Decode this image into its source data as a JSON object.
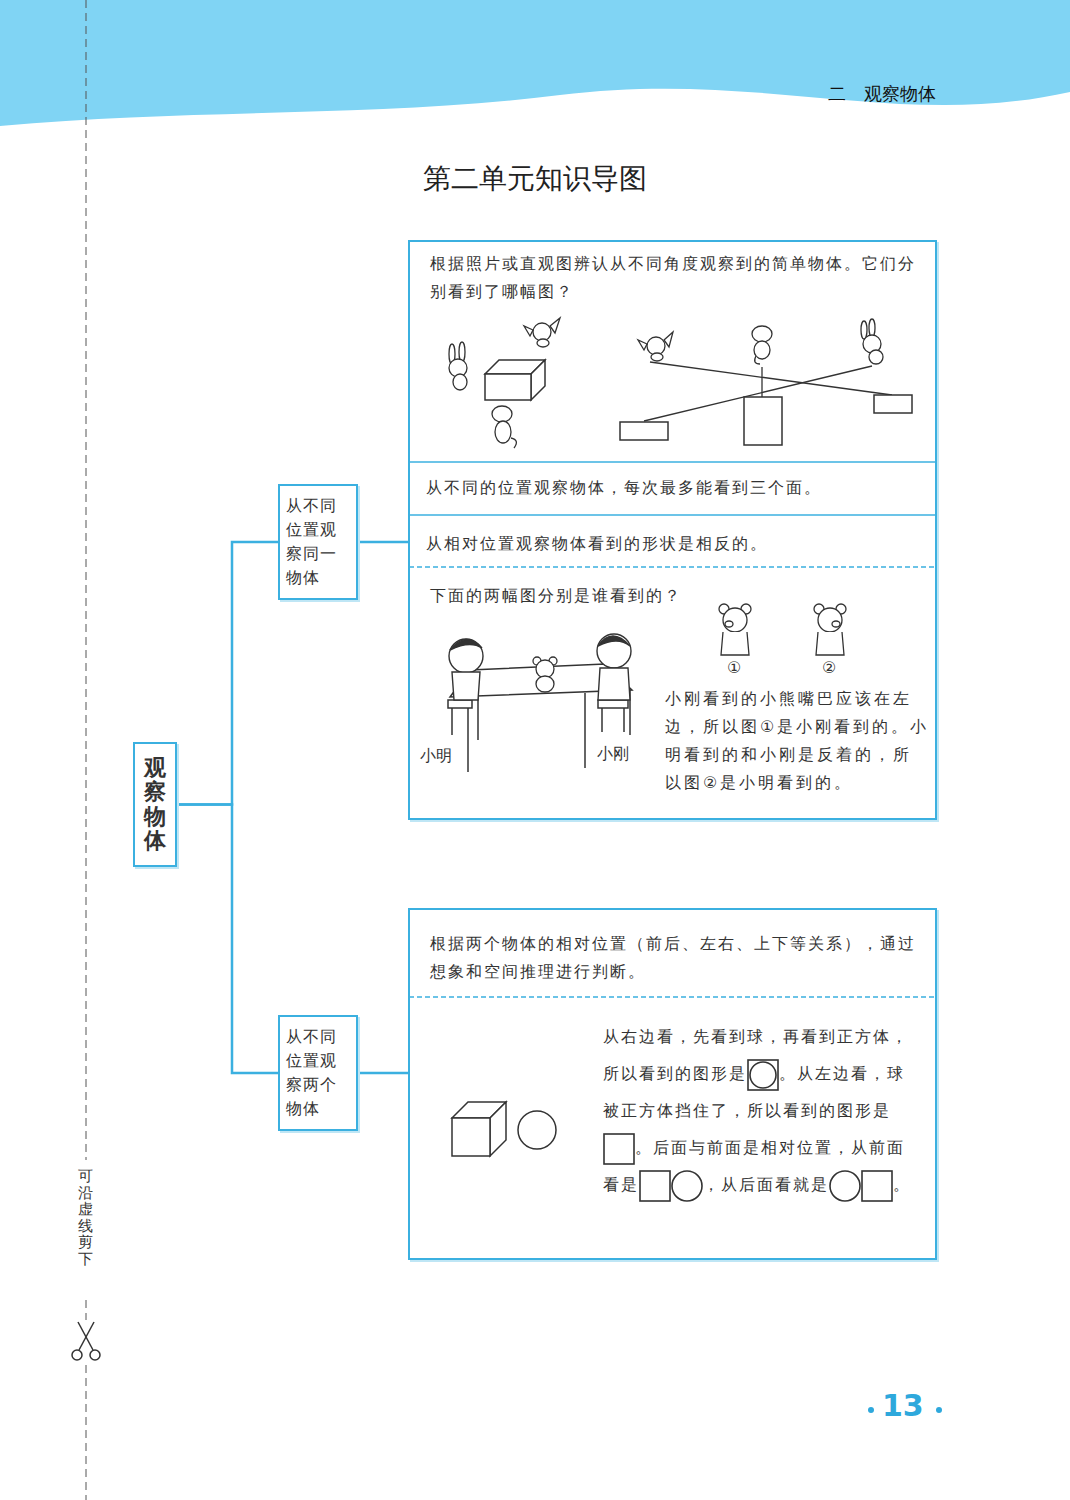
{
  "diagram": {
    "title": "第二单元知识导图",
    "nodes": [
      {
        "text": [
          "观察物体"
        ]
      },
      {
        "text": [
          "从不同位置观察同一物体"
        ]
      },
      {
        "text": [
          "根据照片或直观图辨认从不同角度观察到的简单物体。它们分别看到了哪幅图？",
          "从不同的位置观察物体，每次最多能看到三个面。",
          "从相对位置观察物体看到的形状是相反的。",
          "下面的两幅图分别是谁看到的？",
          "小刚看到的小熊嘴巴应该在左边，所以图①是小刚看到的。小明看到的和小刚是反着的，所以图②是小明看到的。"
        ]
      },
      {
        "text": [
          "从不同位置观察两个物体"
        ]
      },
      {
        "text": [
          "根据两个物体的相对位置（前后、左右、上下等关系），通过想象和空间推理进行判断。",
          "从右边看，先看到球，再看到正方体，所以看到的图形是",
          "。从左边看，球被正方体挡住了，所以看到的图形是",
          "。后面与前面是相对位置，从前面看是",
          "，从后面看就是",
          "。"
        ]
      }
    ],
    "edges": [
      {
        "from": 0,
        "to": 1,
        "arrow": "none"
      },
      {
        "from": 0,
        "to": 3,
        "arrow": "none"
      },
      {
        "from": 1,
        "to": 2,
        "arrow": "none"
      },
      {
        "from": 3,
        "to": 4,
        "arrow": "none"
      }
    ],
    "labels": [
      "二　观察物体",
      "①",
      "②",
      "小明",
      "小刚",
      "可沿虚线剪下",
      "13"
    ]
  }
}
